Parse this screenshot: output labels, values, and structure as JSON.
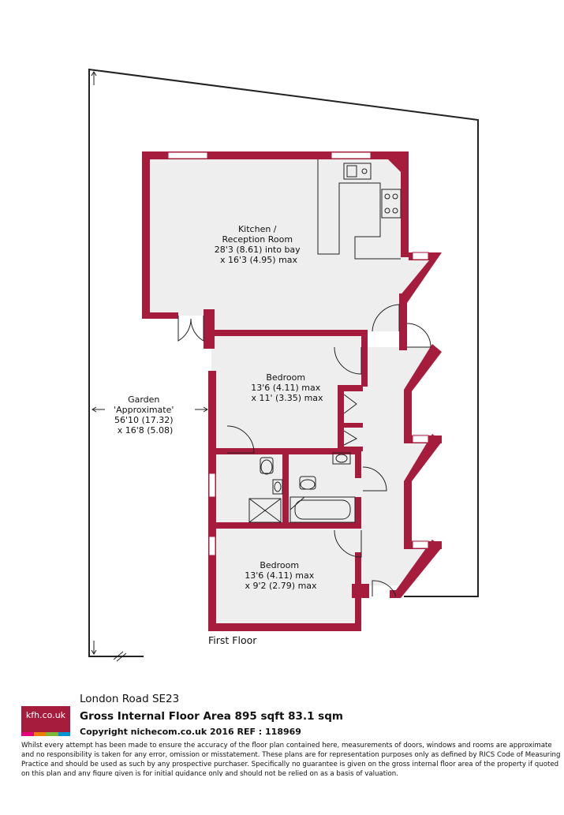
{
  "rooms": {
    "kitchen": {
      "line1": "Kitchen /",
      "line2": "Reception Room",
      "line3": "28'3 (8.61) into bay",
      "line4": "x 16'3 (4.95) max"
    },
    "bedroom1": {
      "line1": "Bedroom",
      "line2": "13'6 (4.11) max",
      "line3": "x 11' (3.35) max"
    },
    "garden": {
      "line1": "Garden",
      "line2": "'Approximate'",
      "line3": "56'10 (17.32)",
      "line4": "x 16'8 (5.08)"
    },
    "bedroom2": {
      "line1": "Bedroom",
      "line2": "13'6 (4.11) max",
      "line3": "x 9'2 (2.79) max"
    }
  },
  "floor_label": "First Floor",
  "footer": {
    "logo_text": "kfh.co.uk",
    "address": "London Road  SE23",
    "area": "Gross Internal Floor Area 895 sqft 83.1 sqm",
    "copyright": "Copyright nichecom.co.uk 2016 REF : 118969",
    "disclaimer": "Whilst every attempt has been made to ensure the accuracy of the floor plan contained here, measurements of doors, windows and rooms are approximate and no responsibility is taken for any error, omission or misstatement.  These plans are for representation purposes only as defined by RICS Code of Measuring Practice and should be used as such by any prospective purchaser.  Specifically no guarantee is given on the gross internal floor area of the property if quoted on this plan and any figure given is for initial guidance only and should not be relied on as a basis of valuation."
  },
  "colors": {
    "wall": "#a51c3d",
    "floor": "#efeeee",
    "line": "#222222",
    "logo_bar": [
      "#e5007e",
      "#ef7d00",
      "#7fb539",
      "#0093d3"
    ]
  }
}
